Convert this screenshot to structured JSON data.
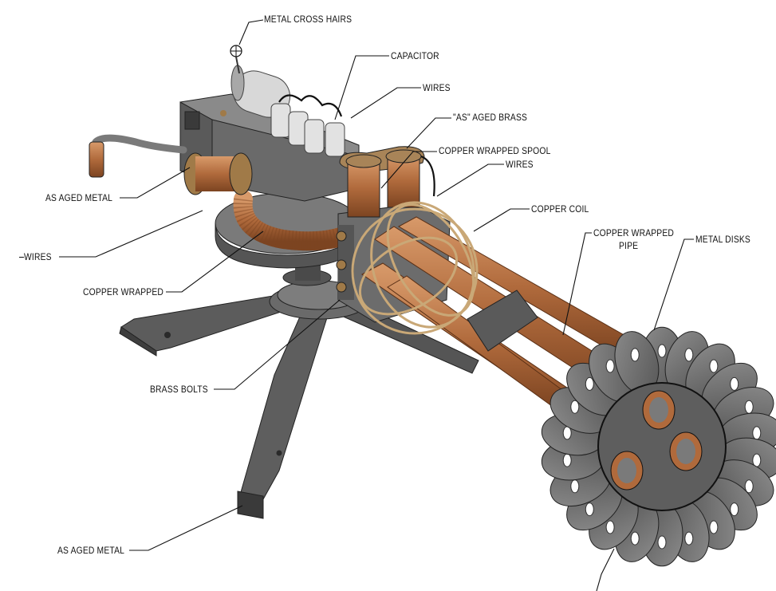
{
  "diagram": {
    "labels": {
      "metal_cross_hairs": "METAL CROSS HAIRS",
      "capacitor": "CAPACITOR",
      "wires_top": "WIRES",
      "as_aged_brass": "\"AS\" AGED BRASS",
      "copper_wrapped_spool": "COPPER WRAPPED SPOOL",
      "wires_spool": "WIRES",
      "copper_coil": "COPPER COIL",
      "copper_wrapped_pipe_1": "COPPER WRAPPED",
      "copper_wrapped_pipe_2": "PIPE",
      "metal_disks": "METAL DISKS",
      "as_aged_metal_left": "AS AGED METAL",
      "wires_left": "WIRES",
      "copper_wrapped": "COPPER WRAPPED",
      "brass_bolts": "BRASS BOLTS",
      "as_aged_metal_bottom": "AS AGED METAL"
    }
  },
  "colors": {
    "metal": "#6e6e6e",
    "metal_dark": "#444444",
    "metal_light": "#9a9a9a",
    "copper": "#b06a3c",
    "copper_dark": "#7c4421",
    "copper_light": "#d89a6a",
    "brass": "#b08a52",
    "coil": "#c9a877",
    "leader": "#111111"
  }
}
